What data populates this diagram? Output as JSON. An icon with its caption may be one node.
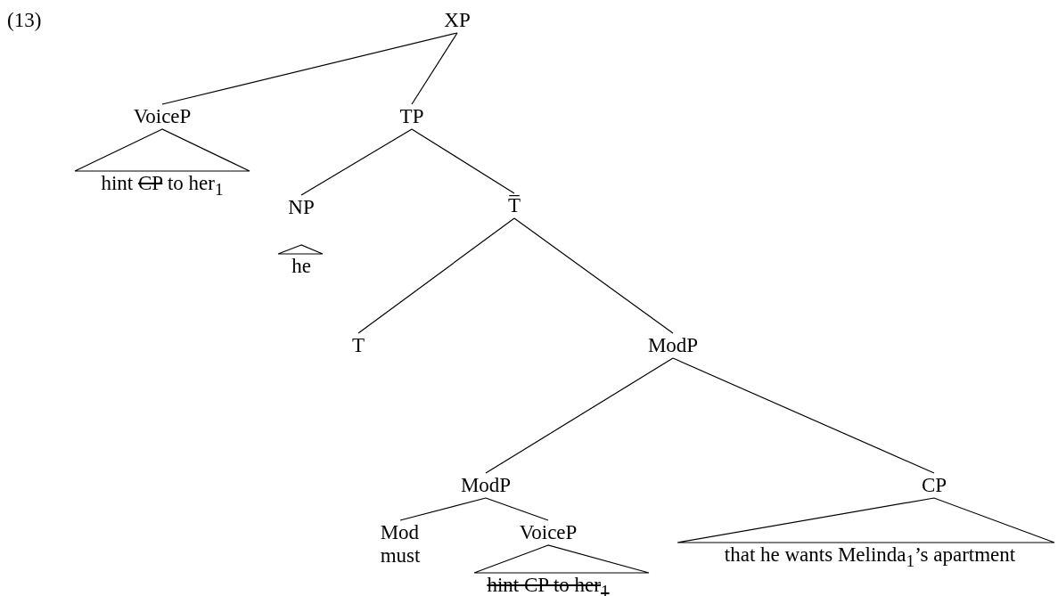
{
  "diagram": {
    "nodes": [
      {
        "text": [
          "XP"
        ]
      },
      {
        "text": [
          "VoiceP"
        ]
      },
      {
        "text": [
          "hint CP to her$_{1}$"
        ]
      },
      {
        "text": [
          "TP"
        ]
      },
      {
        "text": [
          "NP"
        ]
      },
      {
        "text": [
          "he"
        ]
      },
      {
        "text": [
          "T̅"
        ]
      },
      {
        "text": [
          "T"
        ]
      },
      {
        "text": [
          "ModP"
        ]
      },
      {
        "text": [
          "ModP"
        ]
      },
      {
        "text": [
          "CP"
        ]
      },
      {
        "text": [
          "Mod",
          "must"
        ]
      },
      {
        "text": [
          "VoiceP"
        ]
      },
      {
        "text": [
          "hint CP to her$_{1}$"
        ]
      },
      {
        "text": [
          "that he wants Melinda$_{1}$’s apartment"
        ]
      }
    ],
    "edges": [
      {
        "from": 0,
        "to": 1,
        "arrow": "none"
      },
      {
        "from": 0,
        "to": 3,
        "arrow": "none"
      },
      {
        "from": 1,
        "to": 2,
        "arrow": "none"
      },
      {
        "from": 3,
        "to": 4,
        "arrow": "none"
      },
      {
        "from": 3,
        "to": 6,
        "arrow": "none"
      },
      {
        "from": 4,
        "to": 5,
        "arrow": "none"
      },
      {
        "from": 6,
        "to": 7,
        "arrow": "none"
      },
      {
        "from": 6,
        "to": 8,
        "arrow": "none"
      },
      {
        "from": 8,
        "to": 9,
        "arrow": "none"
      },
      {
        "from": 8,
        "to": 10,
        "arrow": "none"
      },
      {
        "from": 9,
        "to": 11,
        "arrow": "none"
      },
      {
        "from": 9,
        "to": 12,
        "arrow": "none"
      },
      {
        "from": 12,
        "to": 13,
        "arrow": "none"
      },
      {
        "from": 10,
        "to": 14,
        "arrow": "none"
      }
    ],
    "labels": [
      "(13)"
    ]
  }
}
